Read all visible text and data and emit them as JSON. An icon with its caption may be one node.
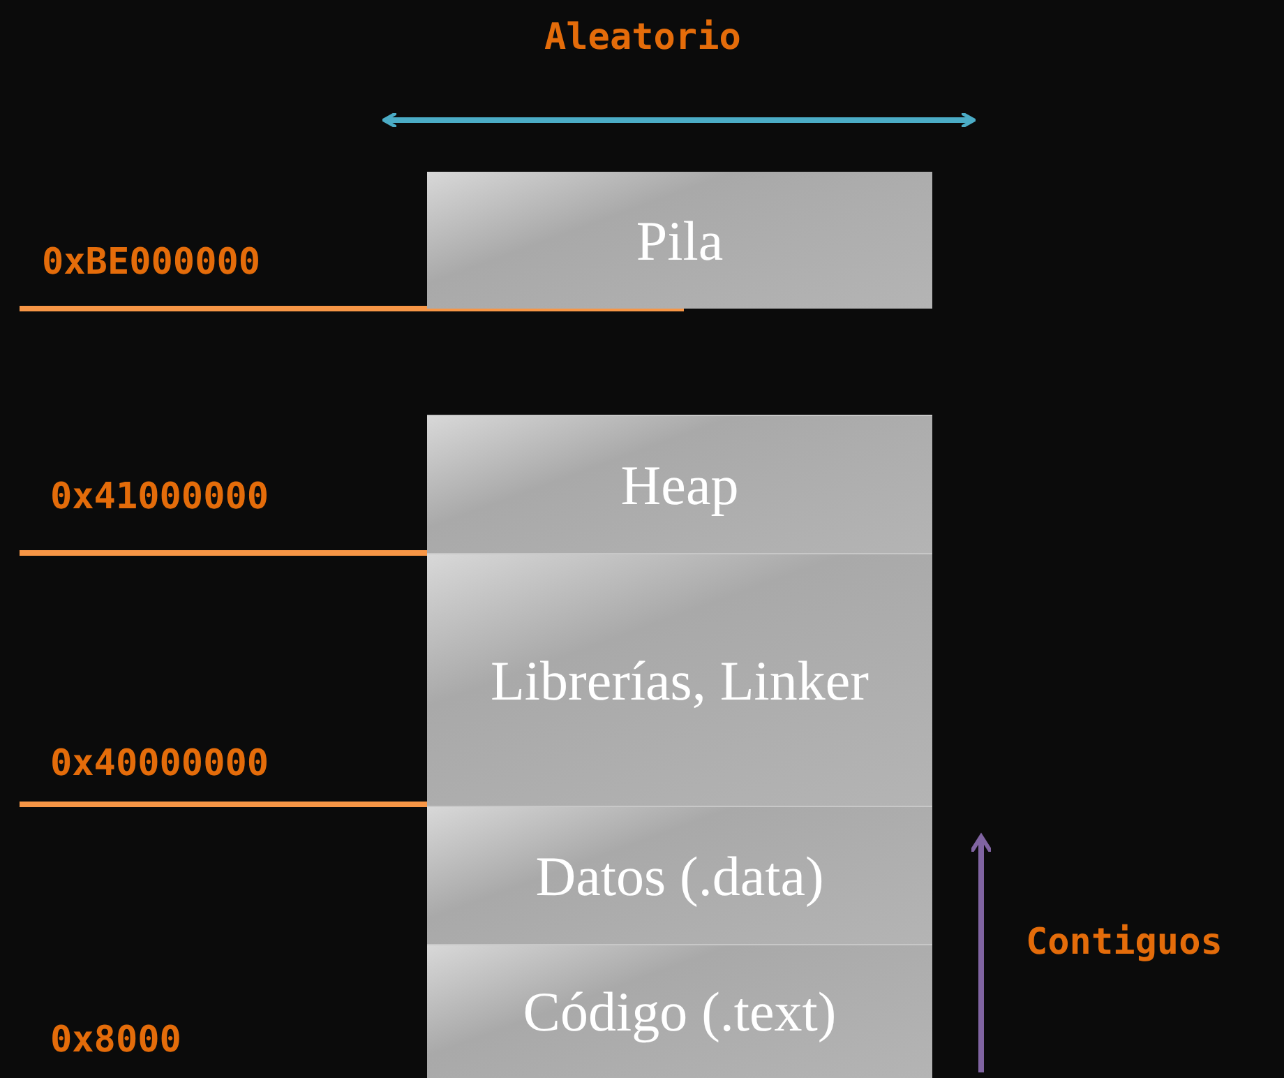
{
  "diagram": {
    "nodes": [
      {
        "text": [
          "Pila"
        ]
      },
      {
        "text": [
          "Heap"
        ]
      },
      {
        "text": [
          "Librerías, Linker"
        ]
      },
      {
        "text": [
          "Datos (.data)"
        ]
      },
      {
        "text": [
          "Código (.text)"
        ]
      }
    ],
    "labels": [
      "Aleatorio",
      "0xBE000000",
      "0x41000000",
      "0x40000000",
      "Contiguos",
      "0x8000"
    ]
  }
}
